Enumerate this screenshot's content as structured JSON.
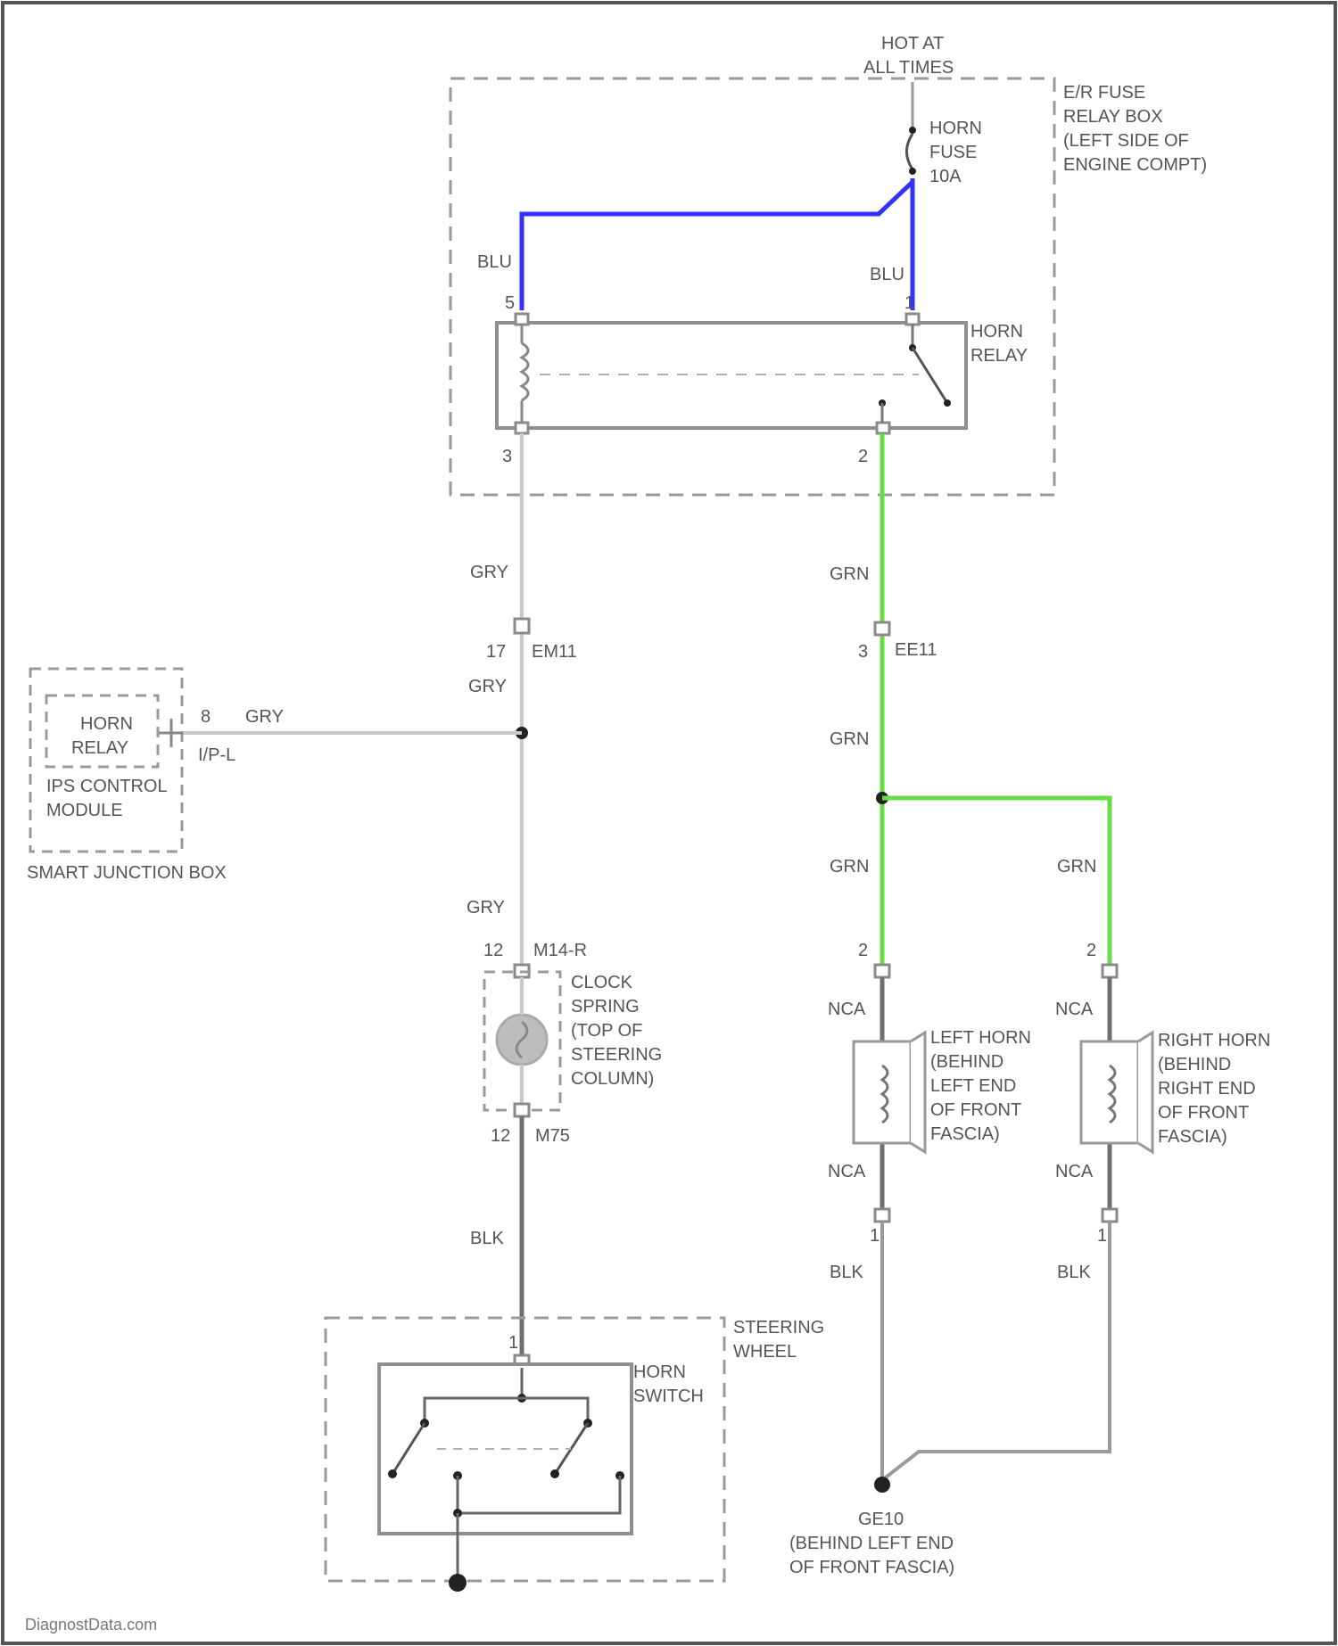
{
  "power": {
    "line1": "HOT AT",
    "line2": "ALL TIMES"
  },
  "fuse_box": {
    "lines": [
      "E/R FUSE",
      "RELAY BOX",
      "(LEFT SIDE OF",
      "ENGINE COMPT)"
    ]
  },
  "horn_fuse": {
    "lines": [
      "HORN",
      "FUSE",
      "10A"
    ]
  },
  "horn_relay": {
    "lines": [
      "HORN",
      "RELAY"
    ]
  },
  "relay_pins": {
    "left_top": "5",
    "right_top": "1",
    "left_bottom": "3",
    "right_bottom": "2"
  },
  "wire_colors": {
    "blu": "BLU",
    "gry": "GRY",
    "grn": "GRN",
    "nca": "NCA",
    "blk": "BLK"
  },
  "connectors": {
    "em11_pin": "17",
    "em11": "EM11",
    "ee11_pin": "3",
    "ee11": "EE11",
    "sj_pin": "8",
    "sj_conn": "I/P-L",
    "m14_pin": "12",
    "m14": "M14-R",
    "m75_pin": "12",
    "m75": "M75",
    "sw_pin": "1",
    "lh_top": "2",
    "lh_bot": "1",
    "rh_top": "2",
    "rh_bot": "1"
  },
  "smart_junction": {
    "relay_lines": [
      "HORN",
      "RELAY"
    ],
    "module_lines": [
      "IPS CONTROL",
      "MODULE"
    ],
    "box_label": "SMART JUNCTION BOX"
  },
  "clock_spring": {
    "lines": [
      "CLOCK",
      "SPRING",
      "(TOP OF",
      "STEERING",
      "COLUMN)"
    ]
  },
  "left_horn": {
    "lines": [
      "LEFT HORN",
      "(BEHIND",
      "LEFT END",
      "OF FRONT",
      "FASCIA)"
    ]
  },
  "right_horn": {
    "lines": [
      "RIGHT HORN",
      "(BEHIND",
      "RIGHT END",
      "OF FRONT",
      "FASCIA)"
    ]
  },
  "steering_wheel": {
    "lines": [
      "STEERING",
      "WHEEL"
    ]
  },
  "horn_switch": {
    "lines": [
      "HORN",
      "SWITCH"
    ]
  },
  "ground": {
    "lines": [
      "GE10",
      "(BEHIND LEFT END",
      "OF FRONT FASCIA)"
    ]
  },
  "watermark": "DiagnostData.com",
  "colors": {
    "blu_wire": "#3232ff",
    "grn_wire": "#66dd44",
    "gry_wire": "#c9c9c9",
    "blk_wire": "#6f6f6f"
  }
}
